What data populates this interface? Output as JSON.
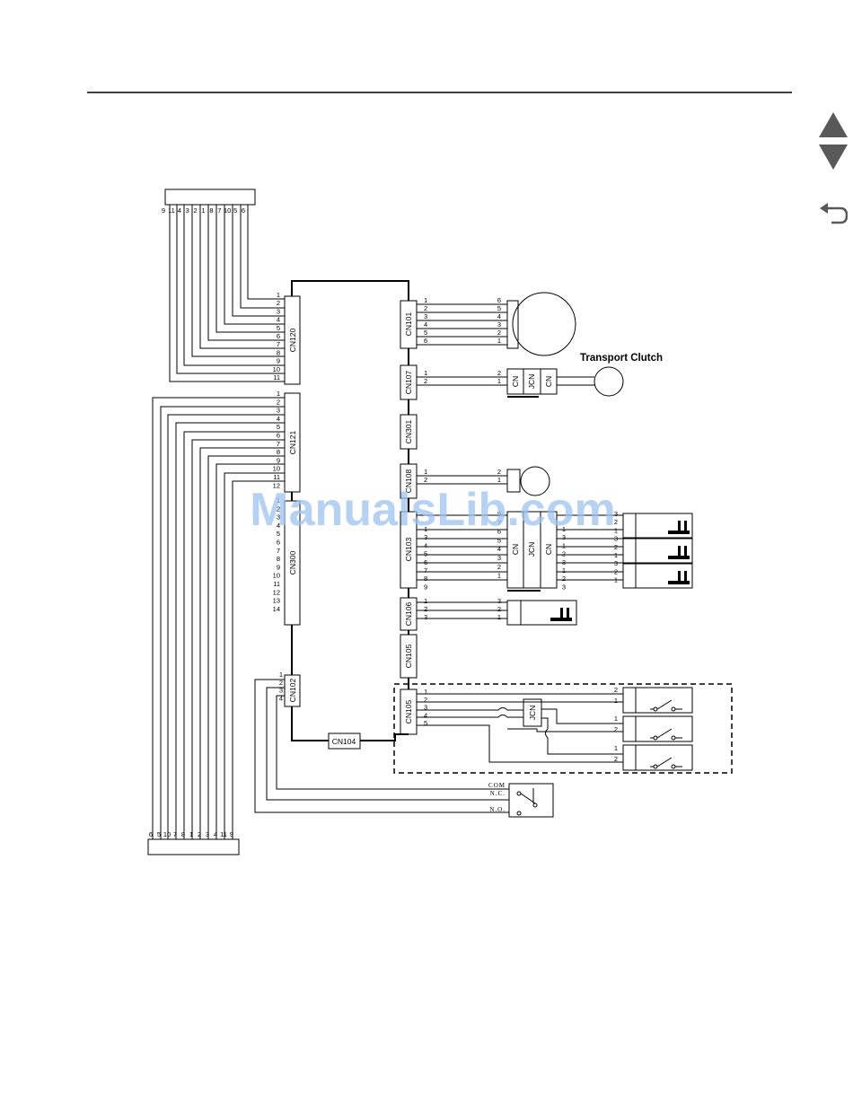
{
  "watermark": "ManualsLib.com",
  "labels": {
    "transport_clutch": "Transport Clutch"
  },
  "connectors": {
    "cn120": "CN120",
    "cn121": "CN121",
    "cn300": "CN300",
    "cn102": "CN102",
    "cn101": "CN101",
    "cn107": "CN107",
    "cn301": "CN301",
    "cn108": "CN108",
    "cn103": "CN103",
    "cn106": "CN106",
    "cn105a": "CN105",
    "cn105b": "CN105",
    "cn104": "CN104"
  },
  "inline": {
    "cn": "CN",
    "jcn": "JCN"
  },
  "switch_terms": {
    "com": "COM",
    "nc": "N.C.",
    "no": "N.O."
  },
  "pins": {
    "top_header": [
      "9",
      "11",
      "4",
      "3",
      "2",
      "1",
      "8",
      "7",
      "10",
      "5",
      "6"
    ],
    "bottom_header": [
      "6",
      "5",
      "10",
      "7",
      "8",
      "1",
      "2",
      "3",
      "4",
      "11",
      "9"
    ],
    "cn120": [
      "1",
      "2",
      "3",
      "4",
      "5",
      "6",
      "7",
      "8",
      "9",
      "10",
      "11"
    ],
    "cn121": [
      "1",
      "2",
      "3",
      "4",
      "5",
      "6",
      "7",
      "8",
      "9",
      "10",
      "11",
      "12"
    ],
    "cn300": [
      "1",
      "2",
      "3",
      "4",
      "5",
      "6",
      "7",
      "8",
      "9",
      "10",
      "11",
      "12",
      "13",
      "14"
    ],
    "cn102": [
      "1",
      "2",
      "3",
      "4"
    ],
    "cn101_l": [
      "1",
      "2",
      "3",
      "4",
      "5",
      "6"
    ],
    "cn101_r": [
      "6",
      "5",
      "4",
      "3",
      "2",
      "1"
    ],
    "cn107_l": [
      "1",
      "2"
    ],
    "cn107_r": [
      "2",
      "1"
    ],
    "cn108_l": [
      "1",
      "2"
    ],
    "cn108_r": [
      "2",
      "1"
    ],
    "cn103_l": [
      "1",
      "3",
      "4",
      "5",
      "6",
      "7",
      "8",
      "9"
    ],
    "cn103_r": [
      "9",
      "7",
      "6",
      "5",
      "4",
      "3",
      "2",
      "1"
    ],
    "cn103_far_l": [
      "1",
      "3",
      "1",
      "2",
      "3",
      "1",
      "2",
      "3"
    ],
    "cn103_far_r": [
      "3",
      "2",
      "1",
      "3",
      "2",
      "1",
      "3",
      "2",
      "1"
    ],
    "cn106_l": [
      "1",
      "2",
      "3"
    ],
    "cn106_r": [
      "3",
      "2",
      "1"
    ],
    "cn105_l": [
      "1",
      "2",
      "3",
      "4",
      "5"
    ],
    "sw_pins": [
      "2",
      "1",
      "1",
      "2",
      "1",
      "2"
    ]
  },
  "colors": {
    "line": "#000000",
    "watermark": "#9cc3f2",
    "nav": "#595959"
  },
  "icons": {
    "up": "triangle-up-icon",
    "down": "triangle-down-icon",
    "back": "back-arrow-icon"
  }
}
